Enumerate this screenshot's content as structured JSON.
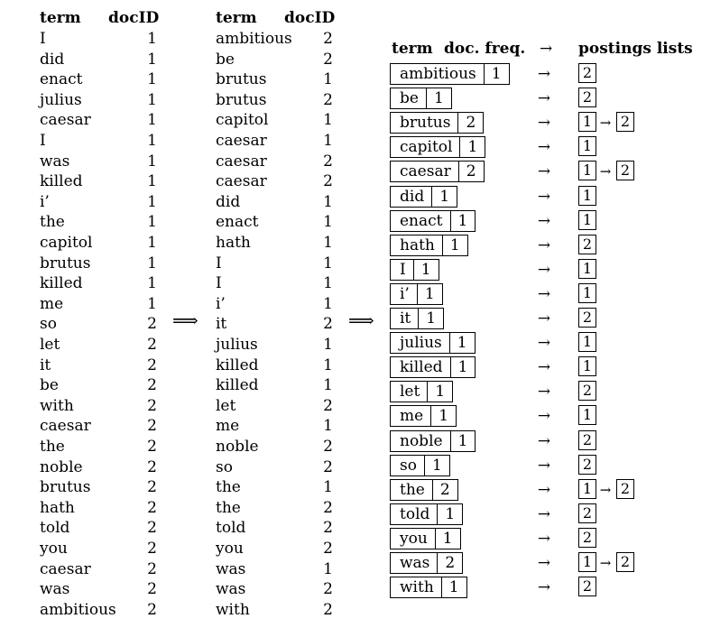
{
  "left_table": {
    "header_term": "term",
    "header_docid": "docID",
    "rows": [
      [
        "I",
        "1"
      ],
      [
        "did",
        "1"
      ],
      [
        "enact",
        "1"
      ],
      [
        "julius",
        "1"
      ],
      [
        "caesar",
        "1"
      ],
      [
        "I",
        "1"
      ],
      [
        "was",
        "1"
      ],
      [
        "killed",
        "1"
      ],
      [
        "i’",
        "1"
      ],
      [
        "the",
        "1"
      ],
      [
        "capitol",
        "1"
      ],
      [
        "brutus",
        "1"
      ],
      [
        "killed",
        "1"
      ],
      [
        "me",
        "1"
      ],
      [
        "so",
        "2"
      ],
      [
        "let",
        "2"
      ],
      [
        "it",
        "2"
      ],
      [
        "be",
        "2"
      ],
      [
        "with",
        "2"
      ],
      [
        "caesar",
        "2"
      ],
      [
        "the",
        "2"
      ],
      [
        "noble",
        "2"
      ],
      [
        "brutus",
        "2"
      ],
      [
        "hath",
        "2"
      ],
      [
        "told",
        "2"
      ],
      [
        "you",
        "2"
      ],
      [
        "caesar",
        "2"
      ],
      [
        "was",
        "2"
      ],
      [
        "ambitious",
        "2"
      ]
    ]
  },
  "middle_table": {
    "header_term": "term",
    "header_docid": "docID",
    "rows": [
      [
        "ambitious",
        "2"
      ],
      [
        "be",
        "2"
      ],
      [
        "brutus",
        "1"
      ],
      [
        "brutus",
        "2"
      ],
      [
        "capitol",
        "1"
      ],
      [
        "caesar",
        "1"
      ],
      [
        "caesar",
        "2"
      ],
      [
        "caesar",
        "2"
      ],
      [
        "did",
        "1"
      ],
      [
        "enact",
        "1"
      ],
      [
        "hath",
        "1"
      ],
      [
        "I",
        "1"
      ],
      [
        "I",
        "1"
      ],
      [
        "i’",
        "1"
      ],
      [
        "it",
        "2"
      ],
      [
        "julius",
        "1"
      ],
      [
        "killed",
        "1"
      ],
      [
        "killed",
        "1"
      ],
      [
        "let",
        "2"
      ],
      [
        "me",
        "1"
      ],
      [
        "noble",
        "2"
      ],
      [
        "so",
        "2"
      ],
      [
        "the",
        "1"
      ],
      [
        "the",
        "2"
      ],
      [
        "told",
        "2"
      ],
      [
        "you",
        "2"
      ],
      [
        "was",
        "1"
      ],
      [
        "was",
        "2"
      ],
      [
        "with",
        "2"
      ]
    ]
  },
  "arrows": {
    "transform": "⟹"
  },
  "index": {
    "header_term": "term",
    "header_freq": "doc. freq.",
    "header_arrow": "→",
    "header_postings": "postings lists",
    "entries": [
      {
        "term": "ambitious",
        "freq": "1",
        "postings": [
          "2"
        ]
      },
      {
        "term": "be",
        "freq": "1",
        "postings": [
          "2"
        ]
      },
      {
        "term": "brutus",
        "freq": "2",
        "postings": [
          "1",
          "2"
        ]
      },
      {
        "term": "capitol",
        "freq": "1",
        "postings": [
          "1"
        ]
      },
      {
        "term": "caesar",
        "freq": "2",
        "postings": [
          "1",
          "2"
        ]
      },
      {
        "term": "did",
        "freq": "1",
        "postings": [
          "1"
        ]
      },
      {
        "term": "enact",
        "freq": "1",
        "postings": [
          "1"
        ]
      },
      {
        "term": "hath",
        "freq": "1",
        "postings": [
          "2"
        ]
      },
      {
        "term": "I",
        "freq": "1",
        "postings": [
          "1"
        ]
      },
      {
        "term": "i’",
        "freq": "1",
        "postings": [
          "1"
        ]
      },
      {
        "term": "it",
        "freq": "1",
        "postings": [
          "2"
        ]
      },
      {
        "term": "julius",
        "freq": "1",
        "postings": [
          "1"
        ]
      },
      {
        "term": "killed",
        "freq": "1",
        "postings": [
          "1"
        ]
      },
      {
        "term": "let",
        "freq": "1",
        "postings": [
          "2"
        ]
      },
      {
        "term": "me",
        "freq": "1",
        "postings": [
          "1"
        ]
      },
      {
        "term": "noble",
        "freq": "1",
        "postings": [
          "2"
        ]
      },
      {
        "term": "so",
        "freq": "1",
        "postings": [
          "2"
        ]
      },
      {
        "term": "the",
        "freq": "2",
        "postings": [
          "1",
          "2"
        ]
      },
      {
        "term": "told",
        "freq": "1",
        "postings": [
          "2"
        ]
      },
      {
        "term": "you",
        "freq": "1",
        "postings": [
          "2"
        ]
      },
      {
        "term": "was",
        "freq": "2",
        "postings": [
          "1",
          "2"
        ]
      },
      {
        "term": "with",
        "freq": "1",
        "postings": [
          "2"
        ]
      }
    ],
    "link_arrow": "→"
  }
}
